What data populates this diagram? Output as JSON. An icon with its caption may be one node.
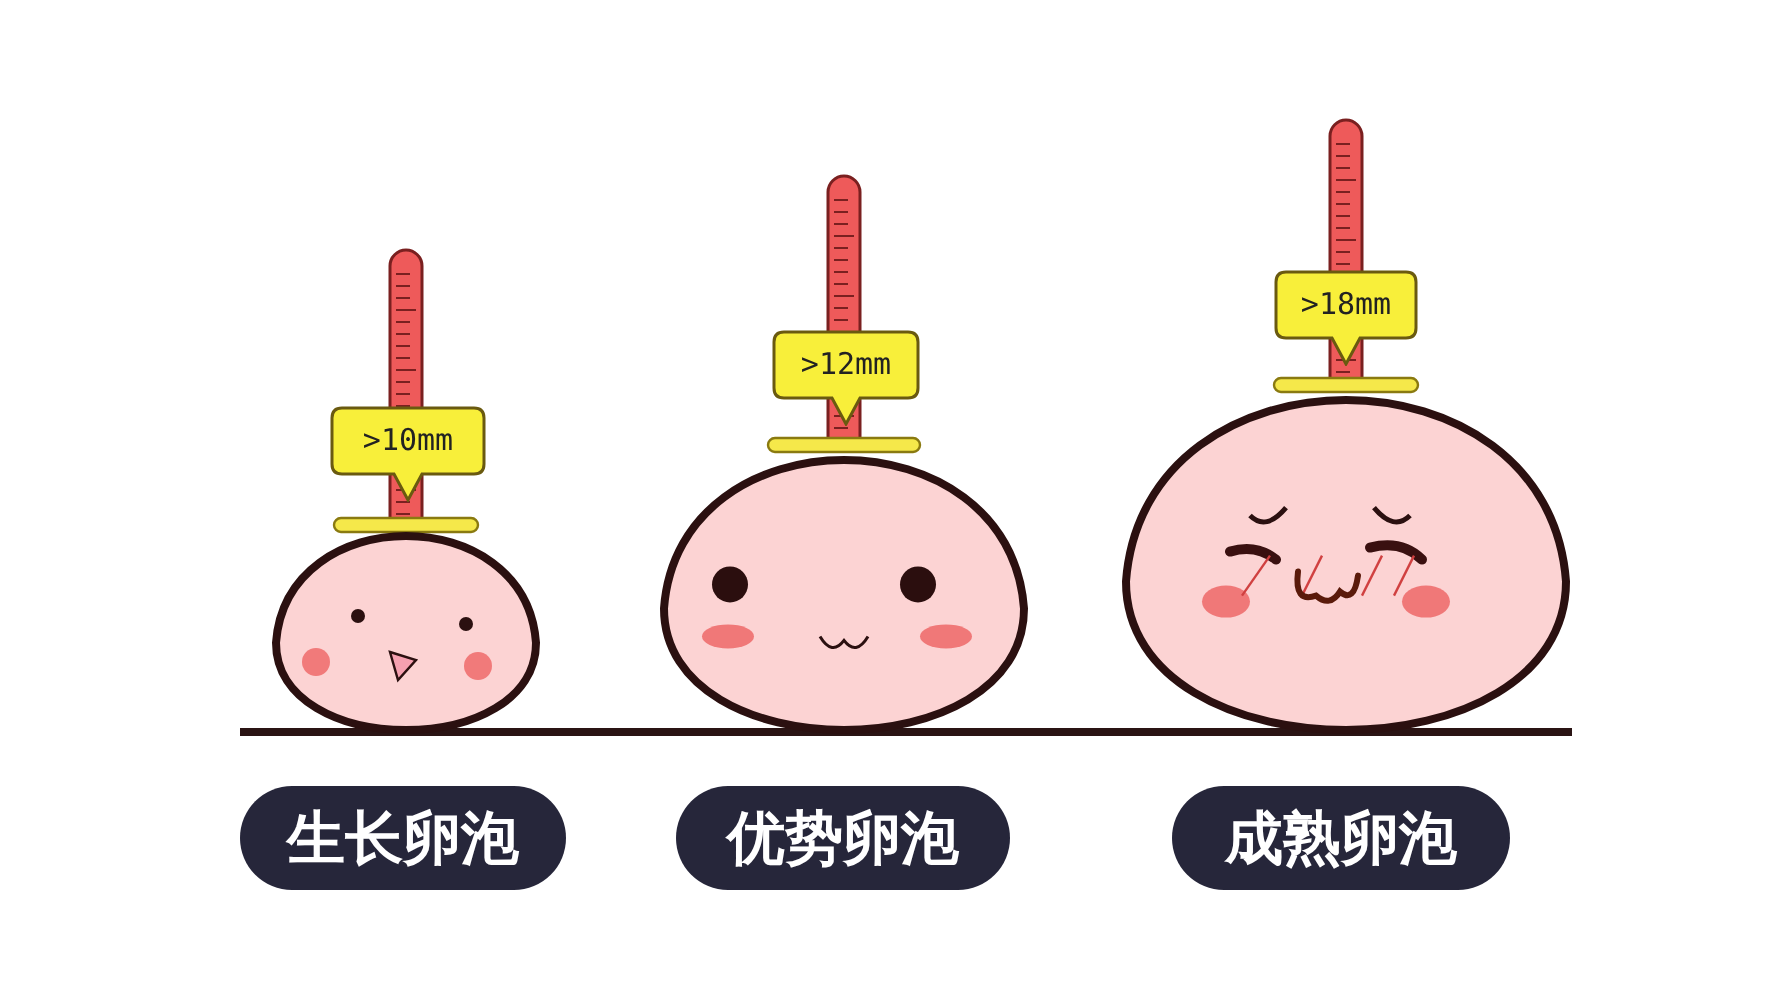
{
  "diagram": {
    "nodes": [
      {
        "text": [
          ">10mm"
        ]
      },
      {
        "text": [
          ">12mm"
        ]
      },
      {
        "text": [
          ">18mm"
        ]
      },
      {
        "text": [
          "生长卵泡"
        ]
      },
      {
        "text": [
          "优势卵泡"
        ]
      },
      {
        "text": [
          "成熟卵泡"
        ]
      }
    ]
  }
}
